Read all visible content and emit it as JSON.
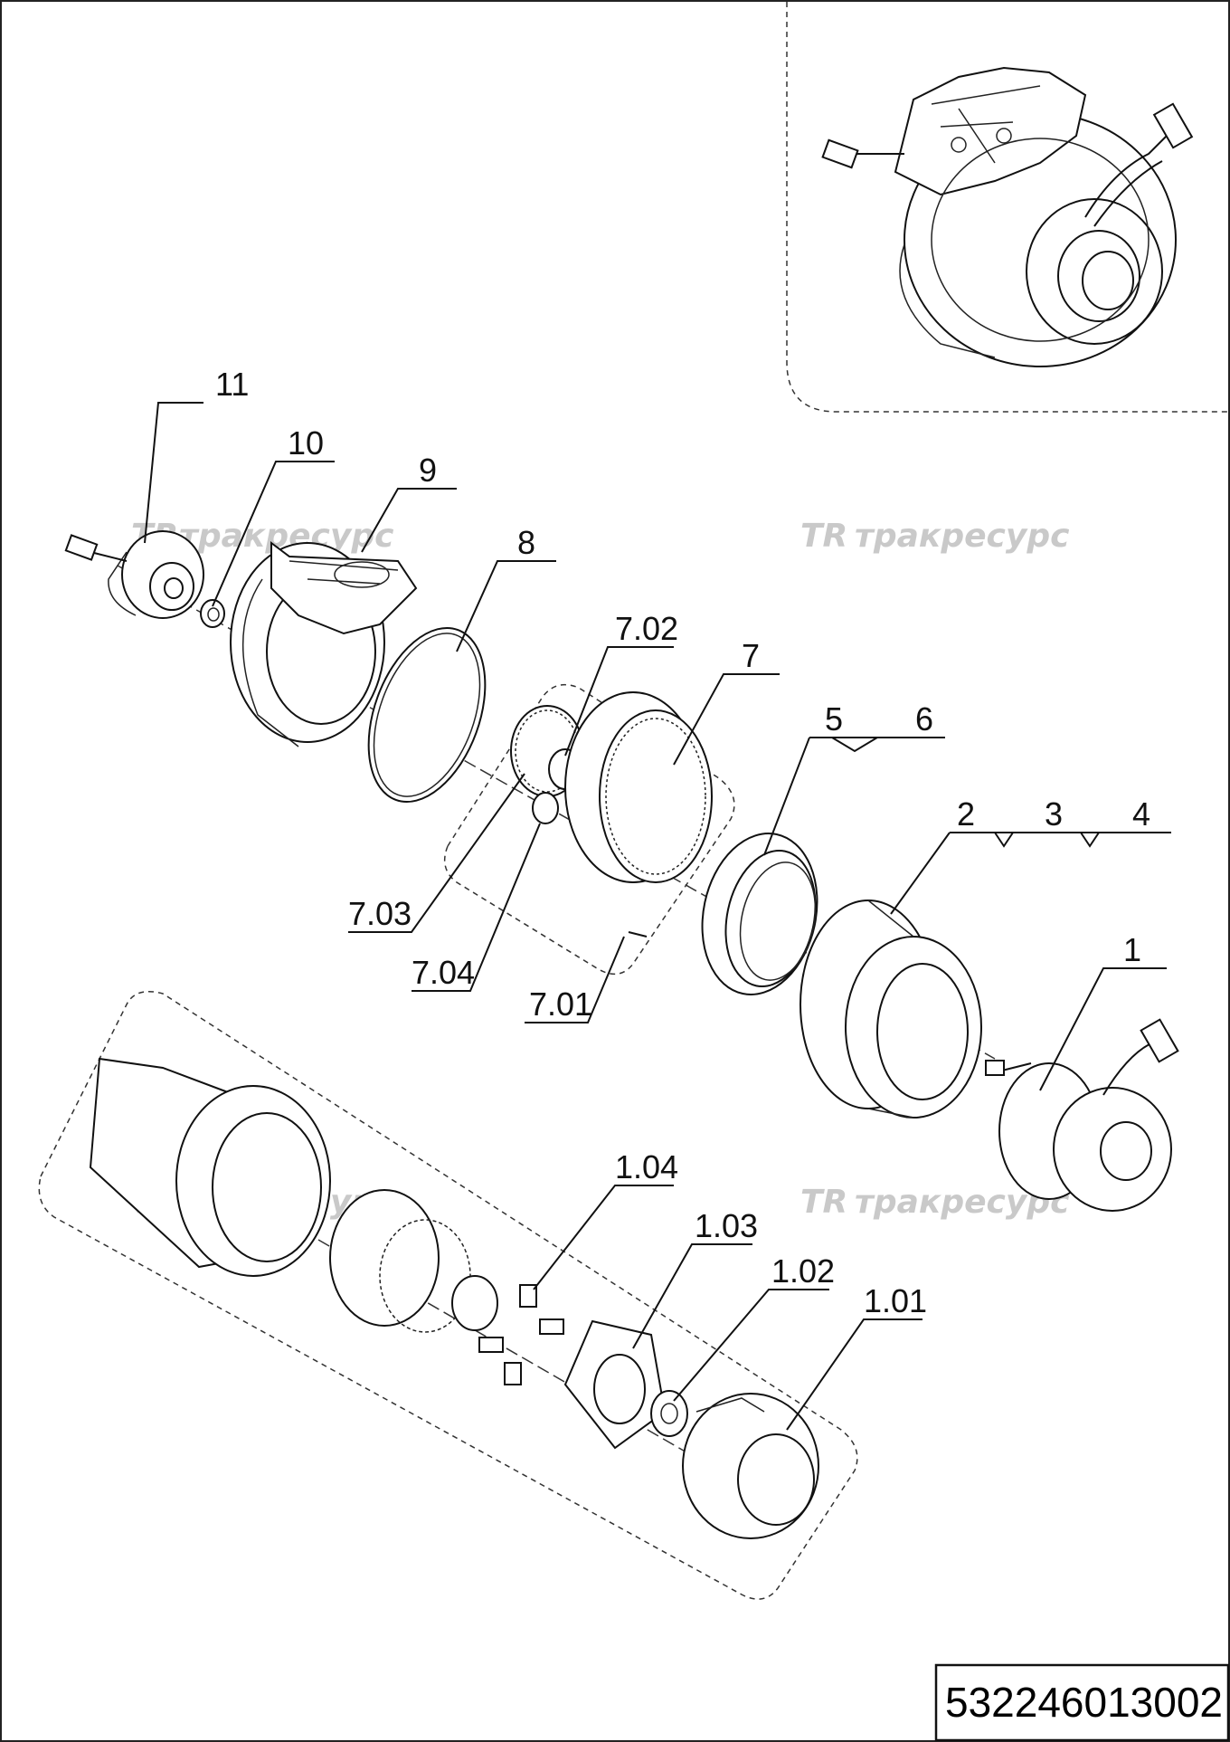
{
  "part_labels": [
    "11",
    "10",
    "9",
    "8",
    "7.02",
    "7",
    "5",
    "6",
    "2",
    "3",
    "4",
    "1",
    "7.03",
    "7.04",
    "7.01",
    "1.04",
    "1.03",
    "1.02",
    "1.01"
  ],
  "watermark_text": "тракресурс",
  "watermark_logo": "TR",
  "document_number": "532246013002",
  "colors": {
    "line": "#111111",
    "watermark": "#c9c9c9",
    "background": "#ffffff"
  }
}
